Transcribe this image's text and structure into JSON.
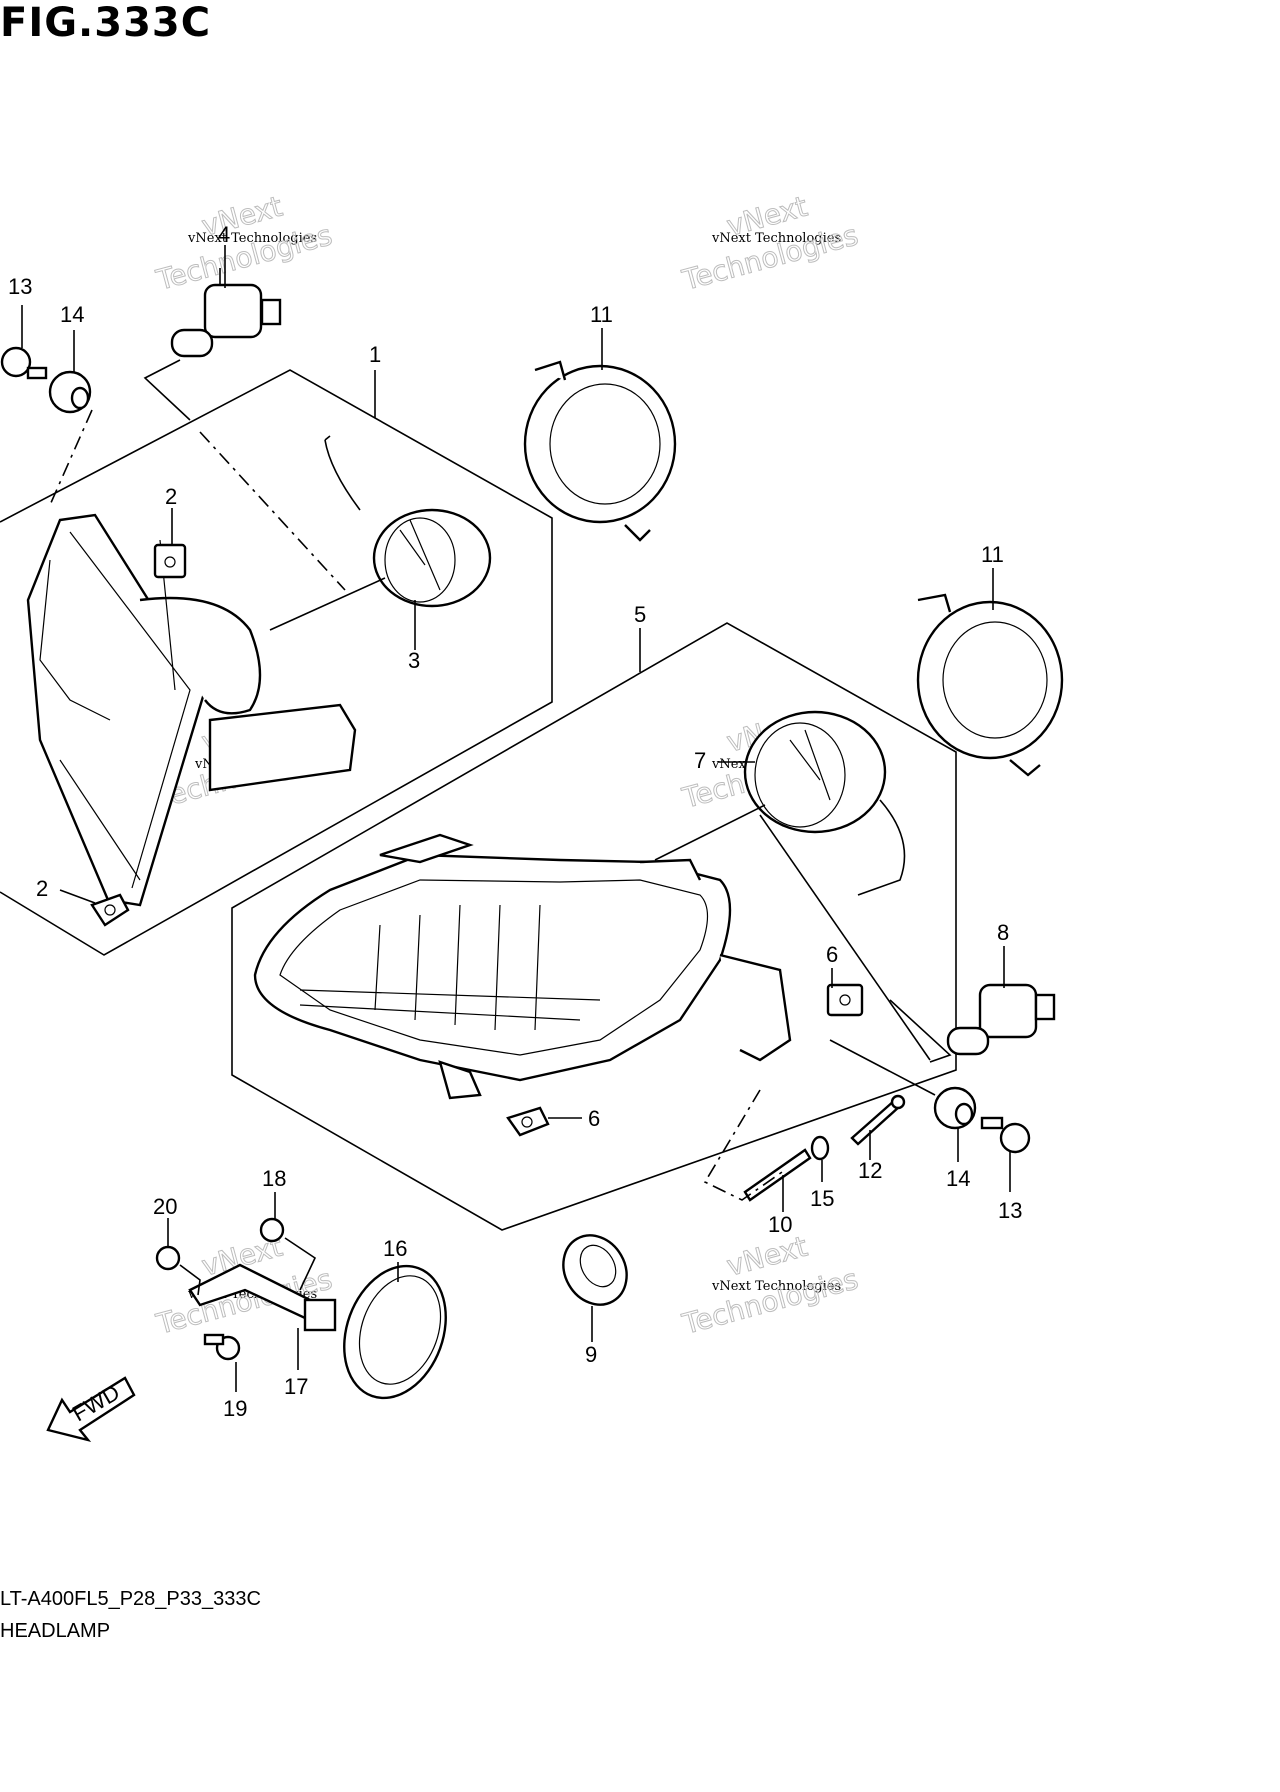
{
  "figure": {
    "title": "FIG.333C",
    "model_code": "LT-A400FL5_P28_P33_333C",
    "name": "HEADLAMP"
  },
  "watermark": {
    "line1": "vNext",
    "line2": "vNext Technologies",
    "line3": "Technologies"
  },
  "callouts": [
    "1",
    "2",
    "3",
    "4",
    "5",
    "6",
    "7",
    "8",
    "9",
    "10",
    "11",
    "12",
    "13",
    "14",
    "15",
    "16",
    "17",
    "18",
    "19",
    "20"
  ],
  "fwd_label": "FWD"
}
